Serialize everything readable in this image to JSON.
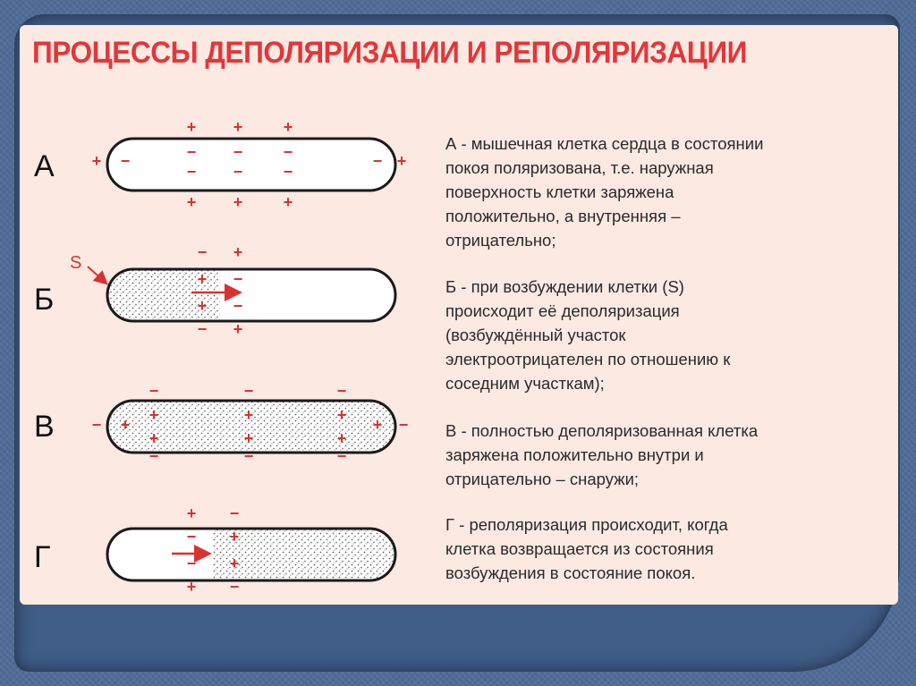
{
  "title": "ПРОЦЕССЫ ДЕПОЛЯРИЗАЦИИ И РЕПОЛЯРИЗАЦИИ",
  "colors": {
    "title": "#e2373a",
    "sign": "#d8332f",
    "cell_outline": "#1a1a1a",
    "panel": "#fbe9e2",
    "frame": "#4f6c97"
  },
  "stages": [
    {
      "letter": "А",
      "description_lines": [
        "А - мышечная клетка сердца в состоянии",
        "покоя поляризована, т.е. наружная",
        "поверхность клетки заряжена",
        "положительно, а внутренняя –",
        "отрицательно;"
      ]
    },
    {
      "letter": "Б",
      "stimulus_label": "S",
      "description_lines": [
        "Б - при возбуждении клетки (S)",
        "происходит её деполяризация",
        "(возбуждённый участок",
        "электроотрицателен по отношению к",
        "соседним участкам);"
      ]
    },
    {
      "letter": "В",
      "description_lines": [
        "В - полностью деполяризованная клетка",
        "заряжена положительно внутри и",
        "отрицательно – снаружи;"
      ]
    },
    {
      "letter": "Г",
      "description_lines": [
        "Г - реполяризация происходит, когда",
        "клетка возвращается из состояния",
        "возбуждения в состояние покоя."
      ]
    }
  ]
}
